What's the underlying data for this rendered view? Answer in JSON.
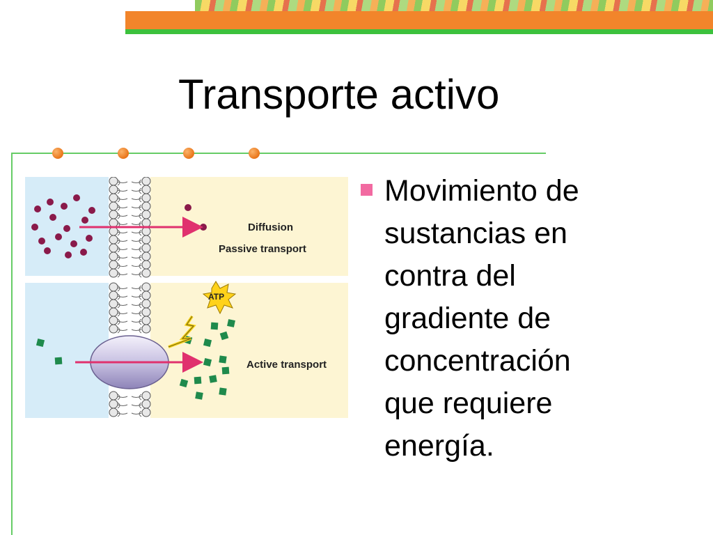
{
  "slide": {
    "title": "Transporte activo",
    "bullets": [
      {
        "text": "Movimiento de sustancias en contra del gradiente de concentración que requiere energía.",
        "lines": [
          "Movimiento de",
          "sustancias en",
          "contra del",
          "gradiente de",
          "concentración",
          "que requiere",
          "energía."
        ]
      }
    ]
  },
  "figure": {
    "passive_panel": {
      "label_top": "Diffusion",
      "label_bottom": "Passive transport"
    },
    "active_panel": {
      "label": "Active transport",
      "atp_label": "ATP"
    }
  },
  "colors": {
    "banner_orange": "#f2852b",
    "banner_green": "#3cc13c",
    "frame_green": "#66cc66",
    "bullet_pink": "#f26aa1",
    "panel_blue": "#d6ecf8",
    "panel_cream": "#fdf5d3",
    "molecule_maroon": "#8a1a4a",
    "molecule_green": "#1f8a4c",
    "arrow_magenta": "#e0316e"
  }
}
